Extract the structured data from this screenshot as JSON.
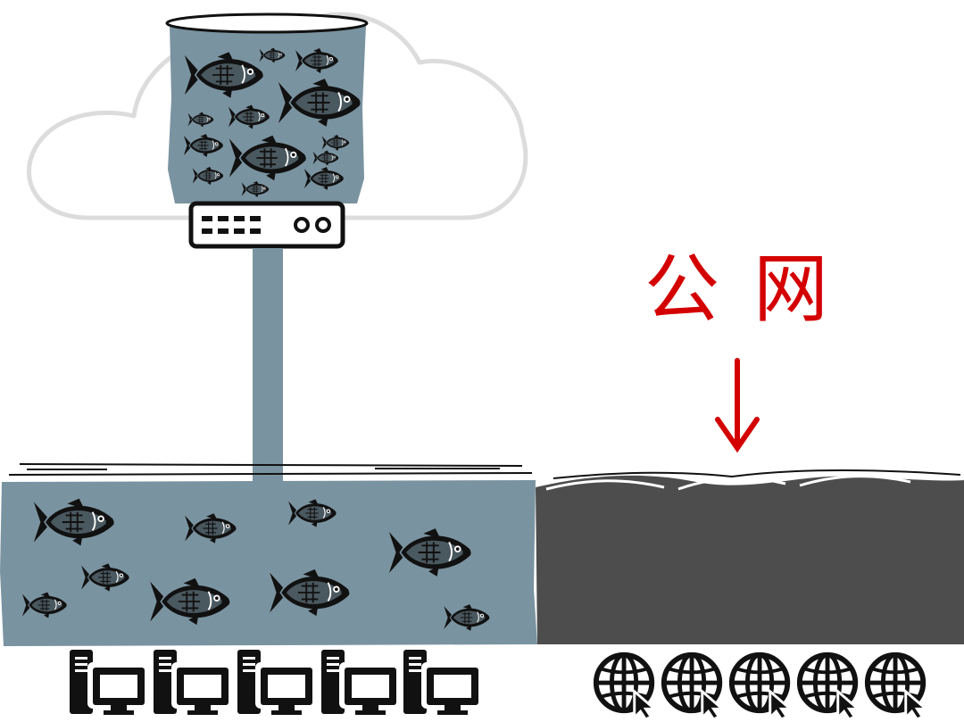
{
  "public_network_label": "公网",
  "colors": {
    "water_private": "#7a93a0",
    "water_public": "#4d4d4d",
    "cloud_outline": "#dcdcdc",
    "label_red": "#d40000",
    "ink": "#111111"
  },
  "icons": {
    "cloud": "cloud-icon",
    "server": "server-icon",
    "fish": "fish-icon",
    "computer": "computer-icon",
    "globe": "globe-cursor-icon",
    "arrow": "arrow-down-icon"
  },
  "counts": {
    "computers": 5,
    "globes": 5
  }
}
